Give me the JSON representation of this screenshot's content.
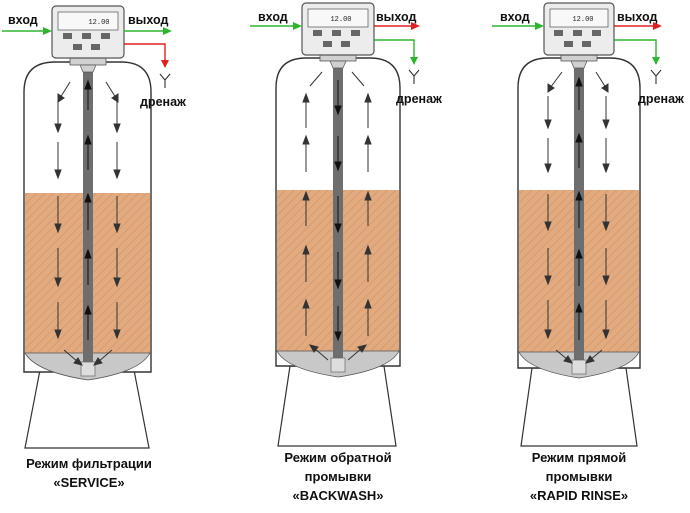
{
  "colors": {
    "inlet_arrow": "#2db52d",
    "outlet_arrow": "#2db52d",
    "drain_arrow": "#e02020",
    "drain_pipe": "#2db52d",
    "media": "#e2ab7f",
    "distributor": "#c8c8c8",
    "center_tube": "#6e6e6e"
  },
  "tanks": [
    {
      "id": "service",
      "inlet_label": "вход",
      "outlet_label": "выход",
      "drain_label": "дренаж",
      "display_value": "12.00",
      "caption_line1": "Режим фильтрации",
      "caption_line2": "«SERVICE»",
      "caption_line3": "",
      "flow": "down"
    },
    {
      "id": "backwash",
      "inlet_label": "вход",
      "outlet_label": "выход",
      "drain_label": "дренаж",
      "display_value": "12.00",
      "caption_line1": "Режим обратной",
      "caption_line2": "промывки",
      "caption_line3": "«BACKWASH»",
      "flow": "up"
    },
    {
      "id": "rapid-rinse",
      "inlet_label": "вход",
      "outlet_label": "выход",
      "drain_label": "дренаж",
      "display_value": "12.00",
      "caption_line1": "Режим прямой",
      "caption_line2": "промывки",
      "caption_line3": "«RAPID RINSE»",
      "flow": "down"
    }
  ]
}
